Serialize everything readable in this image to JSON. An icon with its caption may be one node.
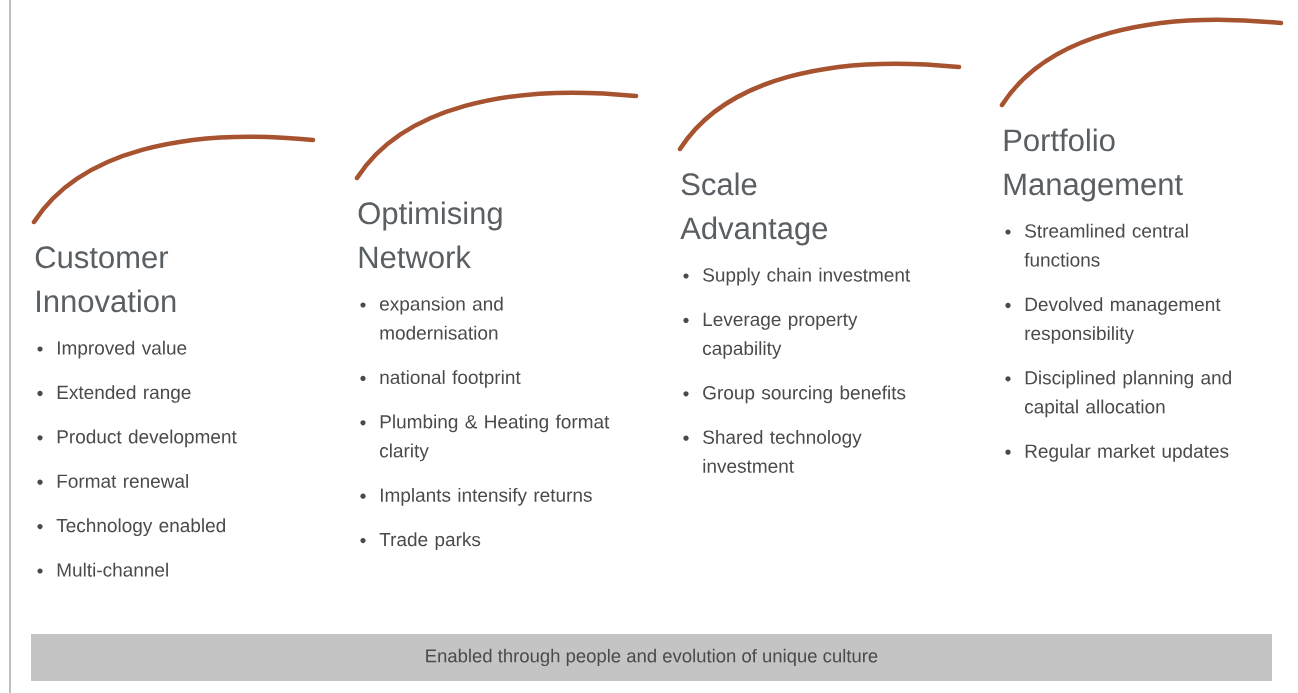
{
  "diagram": {
    "nodes": [
      {
        "text": [
          "Enabled through people and evolution of unique culture"
        ]
      }
    ],
    "labels": [
      "Customer Innovation",
      "Improved value",
      "Extended range",
      "Product development",
      "Format renewal",
      "Technology enabled",
      "Multi-channel",
      "Optimising Network",
      "expansion and modernisation",
      "national footprint",
      "Plumbing & Heating format clarity",
      "Implants intensify returns",
      "Trade parks",
      "Scale Advantage",
      "Supply chain investment",
      "Leverage property capability",
      "Group sourcing benefits",
      "Shared technology investment",
      "Portfolio Management",
      "Streamlined central functions",
      "Devolved management responsibility",
      "Disciplined planning and capital allocation",
      "Regular market updates"
    ]
  }
}
